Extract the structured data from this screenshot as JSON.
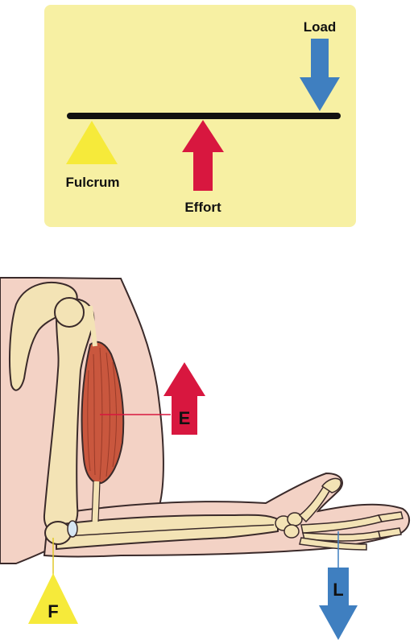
{
  "lever_diagram": {
    "load_label": "Load",
    "fulcrum_label": "Fulcrum",
    "effort_label": "Effort"
  },
  "arm_diagram": {
    "effort_marker": "E",
    "load_marker": "L",
    "fulcrum_marker": "F"
  },
  "colors": {
    "panel_background": "#f7f0a3",
    "fulcrum_yellow": "#f6ea3a",
    "effort_red": "#d8173f",
    "load_blue": "#3f7fc0",
    "bone": "#f3e3b5",
    "skin": "#f3d2c5",
    "muscle": "#c9573e"
  }
}
